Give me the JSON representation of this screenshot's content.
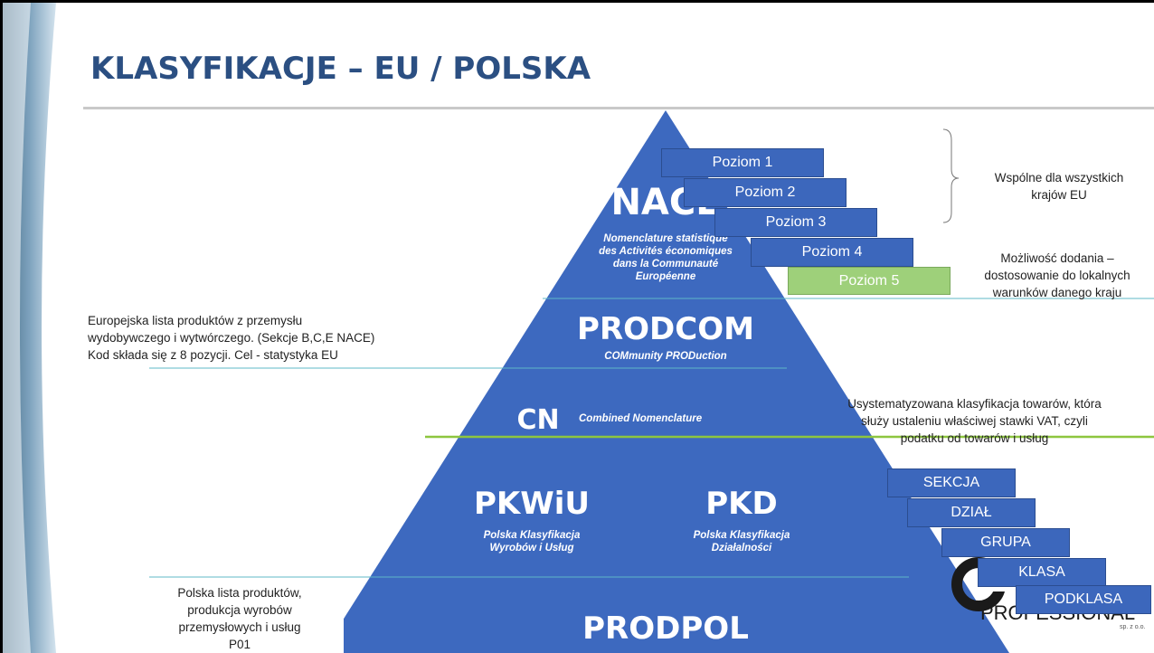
{
  "title": "KLASYFIKACJE – EU / POLSKA",
  "pyramid": {
    "nace": {
      "name": "NACE",
      "desc": [
        "Nomenclature statistique",
        "des Activités économiques",
        "dans la Communauté",
        "Européenne"
      ]
    },
    "prodcom": {
      "name": "PRODCOM",
      "desc": "COMmunity PRODuction"
    },
    "cn": {
      "name": "CN",
      "desc": "Combined Nomenclature"
    },
    "pkwiu": {
      "name": "PKWiU",
      "desc": [
        "Polska Klasyfikacja",
        "Wyrobów i Usług"
      ]
    },
    "pkd": {
      "name": "PKD",
      "desc": [
        "Polska Klasyfikacja",
        "Działalności"
      ]
    },
    "prodpol": {
      "name": "PRODPOL"
    }
  },
  "levels": [
    "Poziom 1",
    "Poziom 2",
    "Poziom 3",
    "Poziom 4",
    "Poziom 5"
  ],
  "pkd_levels": [
    "SEKCJA",
    "DZIAŁ",
    "GRUPA",
    "KLASA",
    "PODKLASA"
  ],
  "notes": {
    "common": [
      "Wspólne dla wszystkich",
      "krajów EU"
    ],
    "local": [
      "Możliwość dodania –",
      "dostosowanie do lokalnych",
      "warunków danego kraju"
    ],
    "prodcom": [
      "Europejska lista produktów z przemysłu",
      "wydobywczego i wytwórczego. (Sekcje B,C,E NACE)",
      "Kod składa się z 8 pozycji.   Cel - statystyka EU"
    ],
    "cn": [
      "Usystematyzowana klasyfikacja towarów, która",
      "służy ustaleniu właściwej stawki VAT, czyli",
      "podatku od towarów i usług"
    ],
    "prodpol": [
      "Polska lista produktów,",
      "produkcja wyrobów",
      "przemysłowych i usług",
      "P01"
    ]
  },
  "logo": {
    "text": "PROFESSIONAL",
    "sub": "sp. z o.o."
  },
  "colors": {
    "title": "#2b4f82",
    "pyramid": "#3d69bf",
    "box": "#3c67bc",
    "green_box": "#9ed07a",
    "teal_line": "#5fb8c7",
    "green_line": "#8dc63f"
  }
}
